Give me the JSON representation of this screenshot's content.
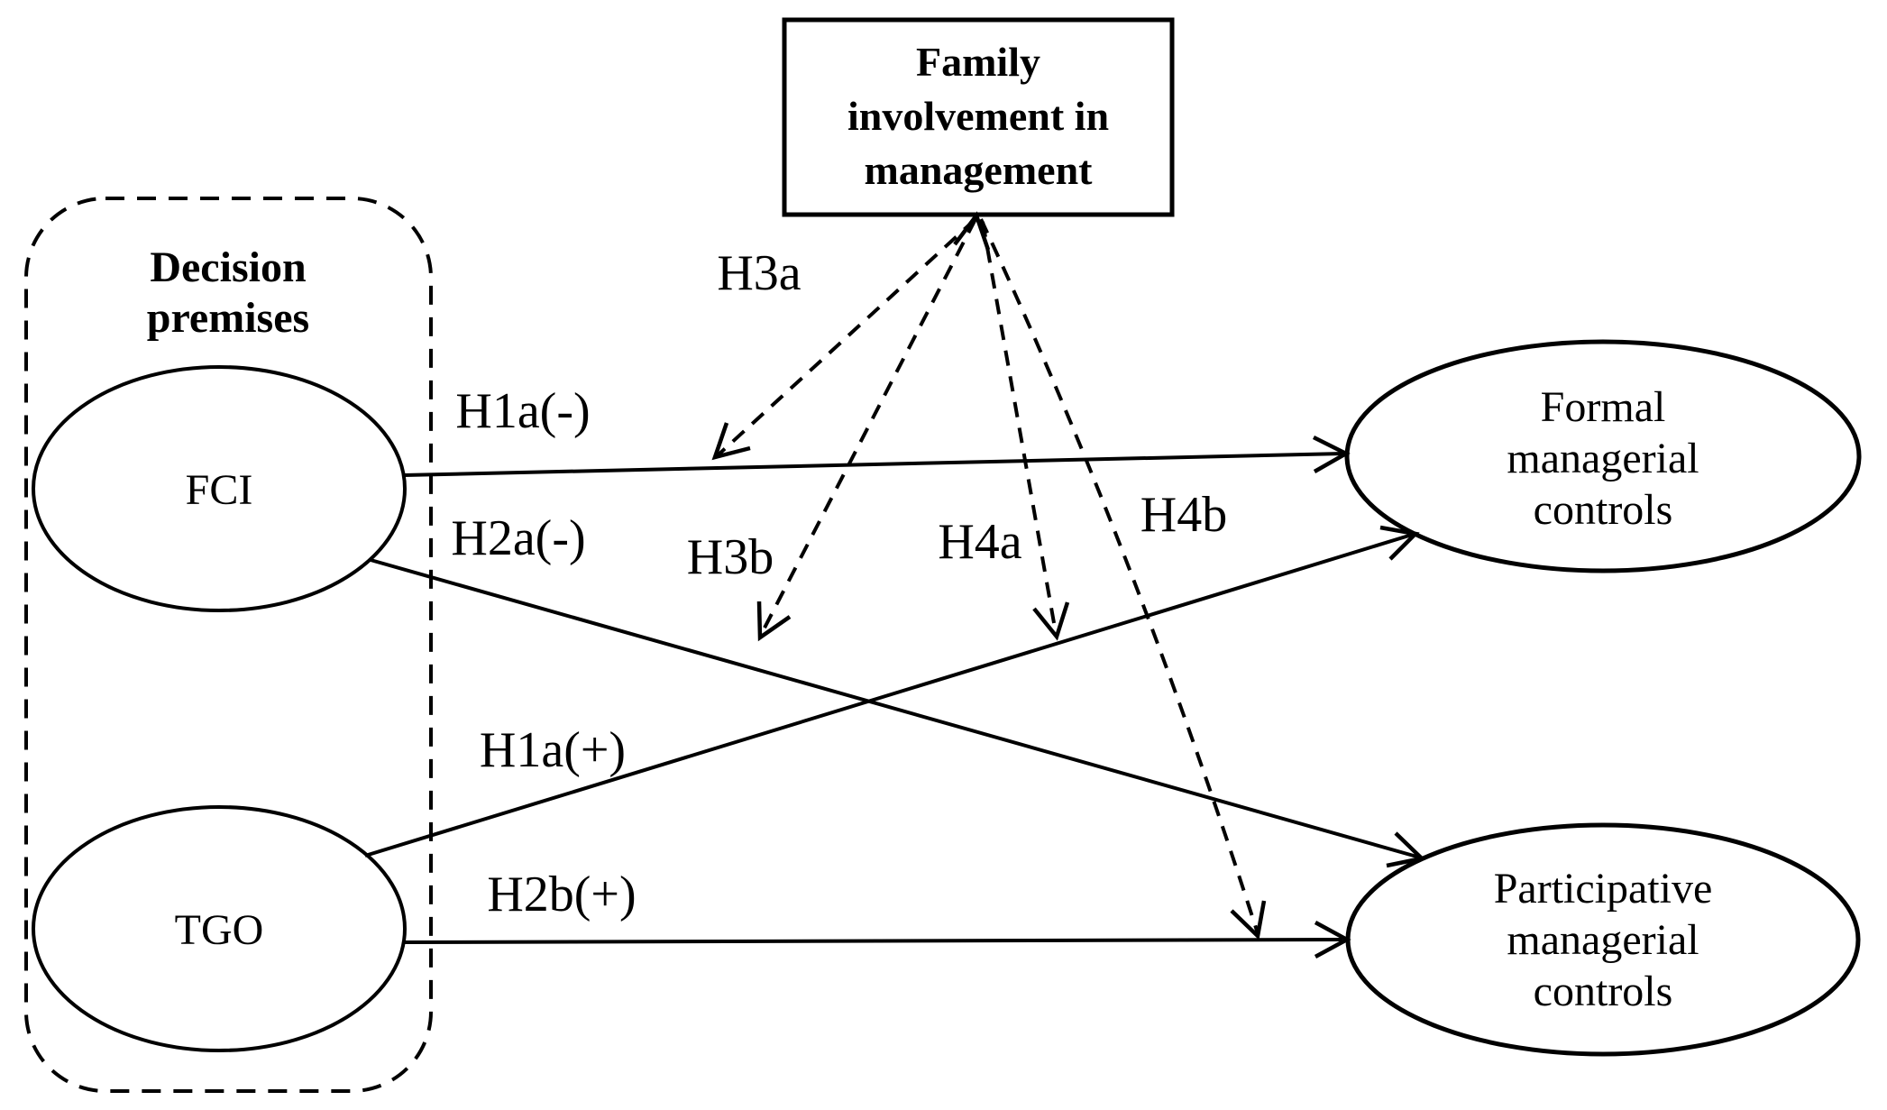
{
  "diagram": {
    "colors": {
      "ink": "#000000",
      "background": "#ffffff"
    },
    "moderator_box": {
      "lines": [
        "Family",
        "involvement in",
        "management"
      ]
    },
    "decision_premises": {
      "lines": [
        "Decision",
        "premises"
      ]
    },
    "nodes": {
      "fci": {
        "label": "FCI"
      },
      "tgo": {
        "label": "TGO"
      },
      "formal": {
        "lines": [
          "Formal",
          "managerial",
          "controls"
        ]
      },
      "participative": {
        "lines": [
          "Participative",
          "managerial",
          "controls"
        ]
      }
    },
    "hypotheses": {
      "h1a_neg": "H1a(-)",
      "h2a_neg": "H2a(-)",
      "h1a_pos": "H1a(+)",
      "h2b_pos": "H2b(+)",
      "h3a": "H3a",
      "h3b": "H3b",
      "h4a": "H4a",
      "h4b": "H4b"
    }
  }
}
